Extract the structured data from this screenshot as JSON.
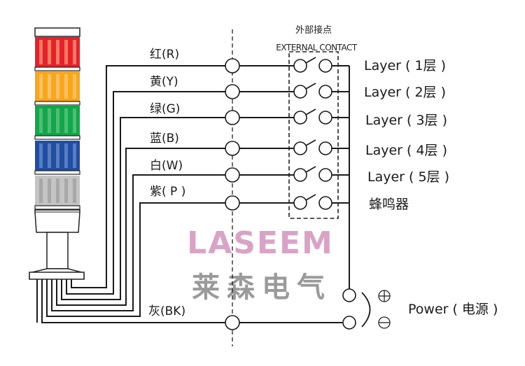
{
  "header": {
    "contact_cn": "外部接点",
    "contact_en": "EXTERNAL CONTACT"
  },
  "tower": {
    "tiers": [
      {
        "name": "red",
        "color": "#e8202a",
        "stripe": "#f57a64"
      },
      {
        "name": "yellow",
        "color": "#f9a61a",
        "stripe": "#fcc064"
      },
      {
        "name": "green",
        "color": "#14a64a",
        "stripe": "#4cbf74"
      },
      {
        "name": "blue",
        "color": "#1f4ea2",
        "stripe": "#5a7cc0"
      },
      {
        "name": "white",
        "color": "#c4c4c4",
        "stripe": "#a8a8a8"
      }
    ]
  },
  "wires": [
    {
      "label": "红(R)",
      "layer": "Layer ( 1层 )"
    },
    {
      "label": "黄(Y)",
      "layer": "Layer ( 2层 )"
    },
    {
      "label": "绿(G)",
      "layer": "Layer ( 3层 )"
    },
    {
      "label": "蓝(B)",
      "layer": "Layer ( 4层 )"
    },
    {
      "label": "白(W)",
      "layer": "Layer ( 5层 )"
    },
    {
      "label": "紫( P )",
      "layer": "蜂鸣器"
    }
  ],
  "common": {
    "label": "灰(BK)"
  },
  "power": {
    "label": "Power ( 电源 )",
    "plus": "⊕",
    "minus": "⊖"
  },
  "logo": {
    "en": "LASEEM",
    "cn": "莱森电气",
    "en_color": "#d9a3c6",
    "cn_color": "#9a9a9a"
  }
}
